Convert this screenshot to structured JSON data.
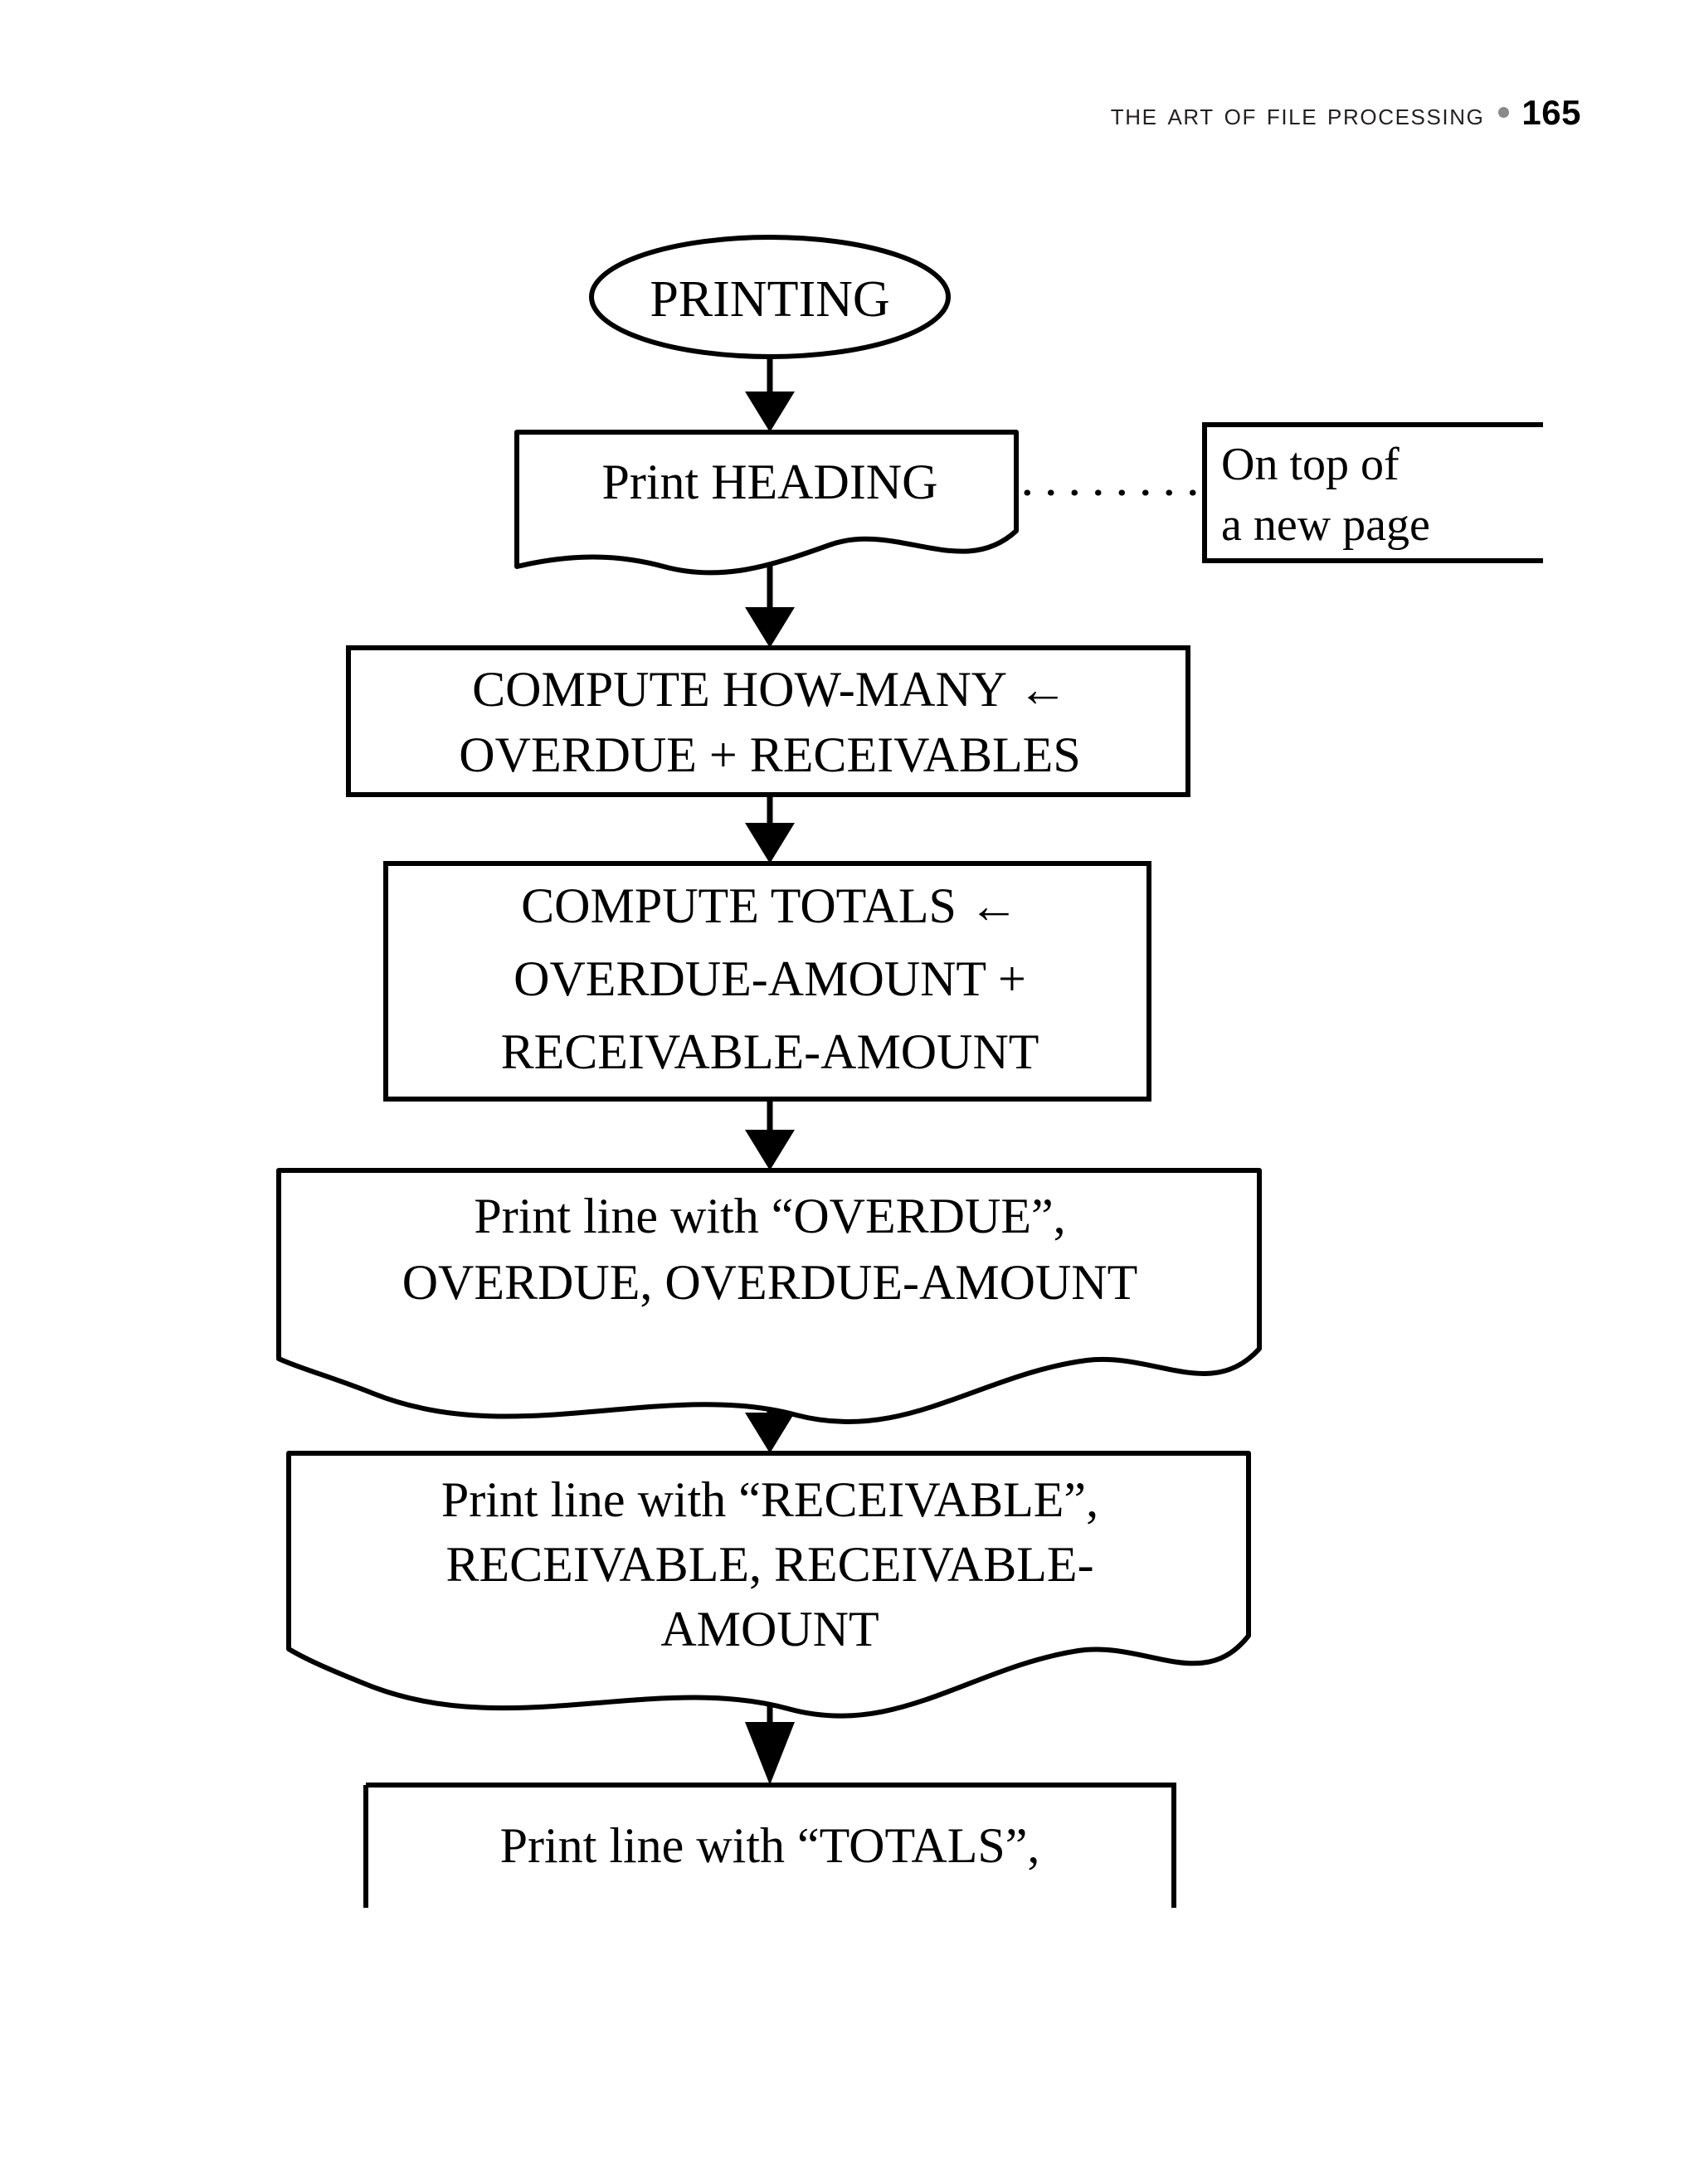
{
  "page": {
    "header_title": "The Art of File Processing",
    "header_separator": "•",
    "page_number": "165",
    "background_color": "#ffffff",
    "ink_color": "#000000",
    "separator_color": "#8a8a8a"
  },
  "diagram": {
    "title": "PRINTING routine flowchart",
    "nodes": [
      {
        "id": "start",
        "shape": "oval",
        "name": "terminator-printing",
        "lines": [
          "PRINTING"
        ]
      },
      {
        "id": "print-heading",
        "shape": "document",
        "name": "document-print-heading",
        "lines": [
          "Print HEADING"
        ]
      },
      {
        "id": "compute-how-many",
        "shape": "rectangle",
        "name": "process-compute-how-many",
        "lines": [
          "COMPUTE HOW-MANY ←",
          "OVERDUE + RECEIVABLES"
        ]
      },
      {
        "id": "compute-totals",
        "shape": "rectangle",
        "name": "process-compute-totals",
        "lines": [
          "COMPUTE TOTALS ←",
          "OVERDUE-AMOUNT +",
          "RECEIVABLE-AMOUNT"
        ]
      },
      {
        "id": "print-overdue",
        "shape": "document",
        "name": "document-print-overdue-line",
        "lines": [
          "Print line with “OVERDUE”,",
          "OVERDUE, OVERDUE-AMOUNT"
        ]
      },
      {
        "id": "print-receivable",
        "shape": "document",
        "name": "document-print-receivable-line",
        "lines": [
          "Print line with “RECEIVABLE”,",
          "RECEIVABLE, RECEIVABLE-",
          "AMOUNT"
        ]
      },
      {
        "id": "print-totals",
        "shape": "rectangle-clipped",
        "name": "document-print-totals-line",
        "lines": [
          "Print line with “TOTALS”,"
        ]
      }
    ],
    "annotation": {
      "name": "annotation-on-top-of-new-page",
      "lines": [
        "On top of",
        "a new page"
      ],
      "attached_to": "print-heading",
      "connector_style": "dotted"
    },
    "edges": [
      {
        "from": "start",
        "to": "print-heading",
        "style": "solid-arrow"
      },
      {
        "from": "print-heading",
        "to": "compute-how-many",
        "style": "solid-arrow"
      },
      {
        "from": "compute-how-many",
        "to": "compute-totals",
        "style": "solid-arrow"
      },
      {
        "from": "compute-totals",
        "to": "print-overdue",
        "style": "solid-arrow"
      },
      {
        "from": "print-overdue",
        "to": "print-receivable",
        "style": "solid-arrow"
      },
      {
        "from": "print-receivable",
        "to": "print-totals",
        "style": "solid-arrow"
      }
    ]
  }
}
